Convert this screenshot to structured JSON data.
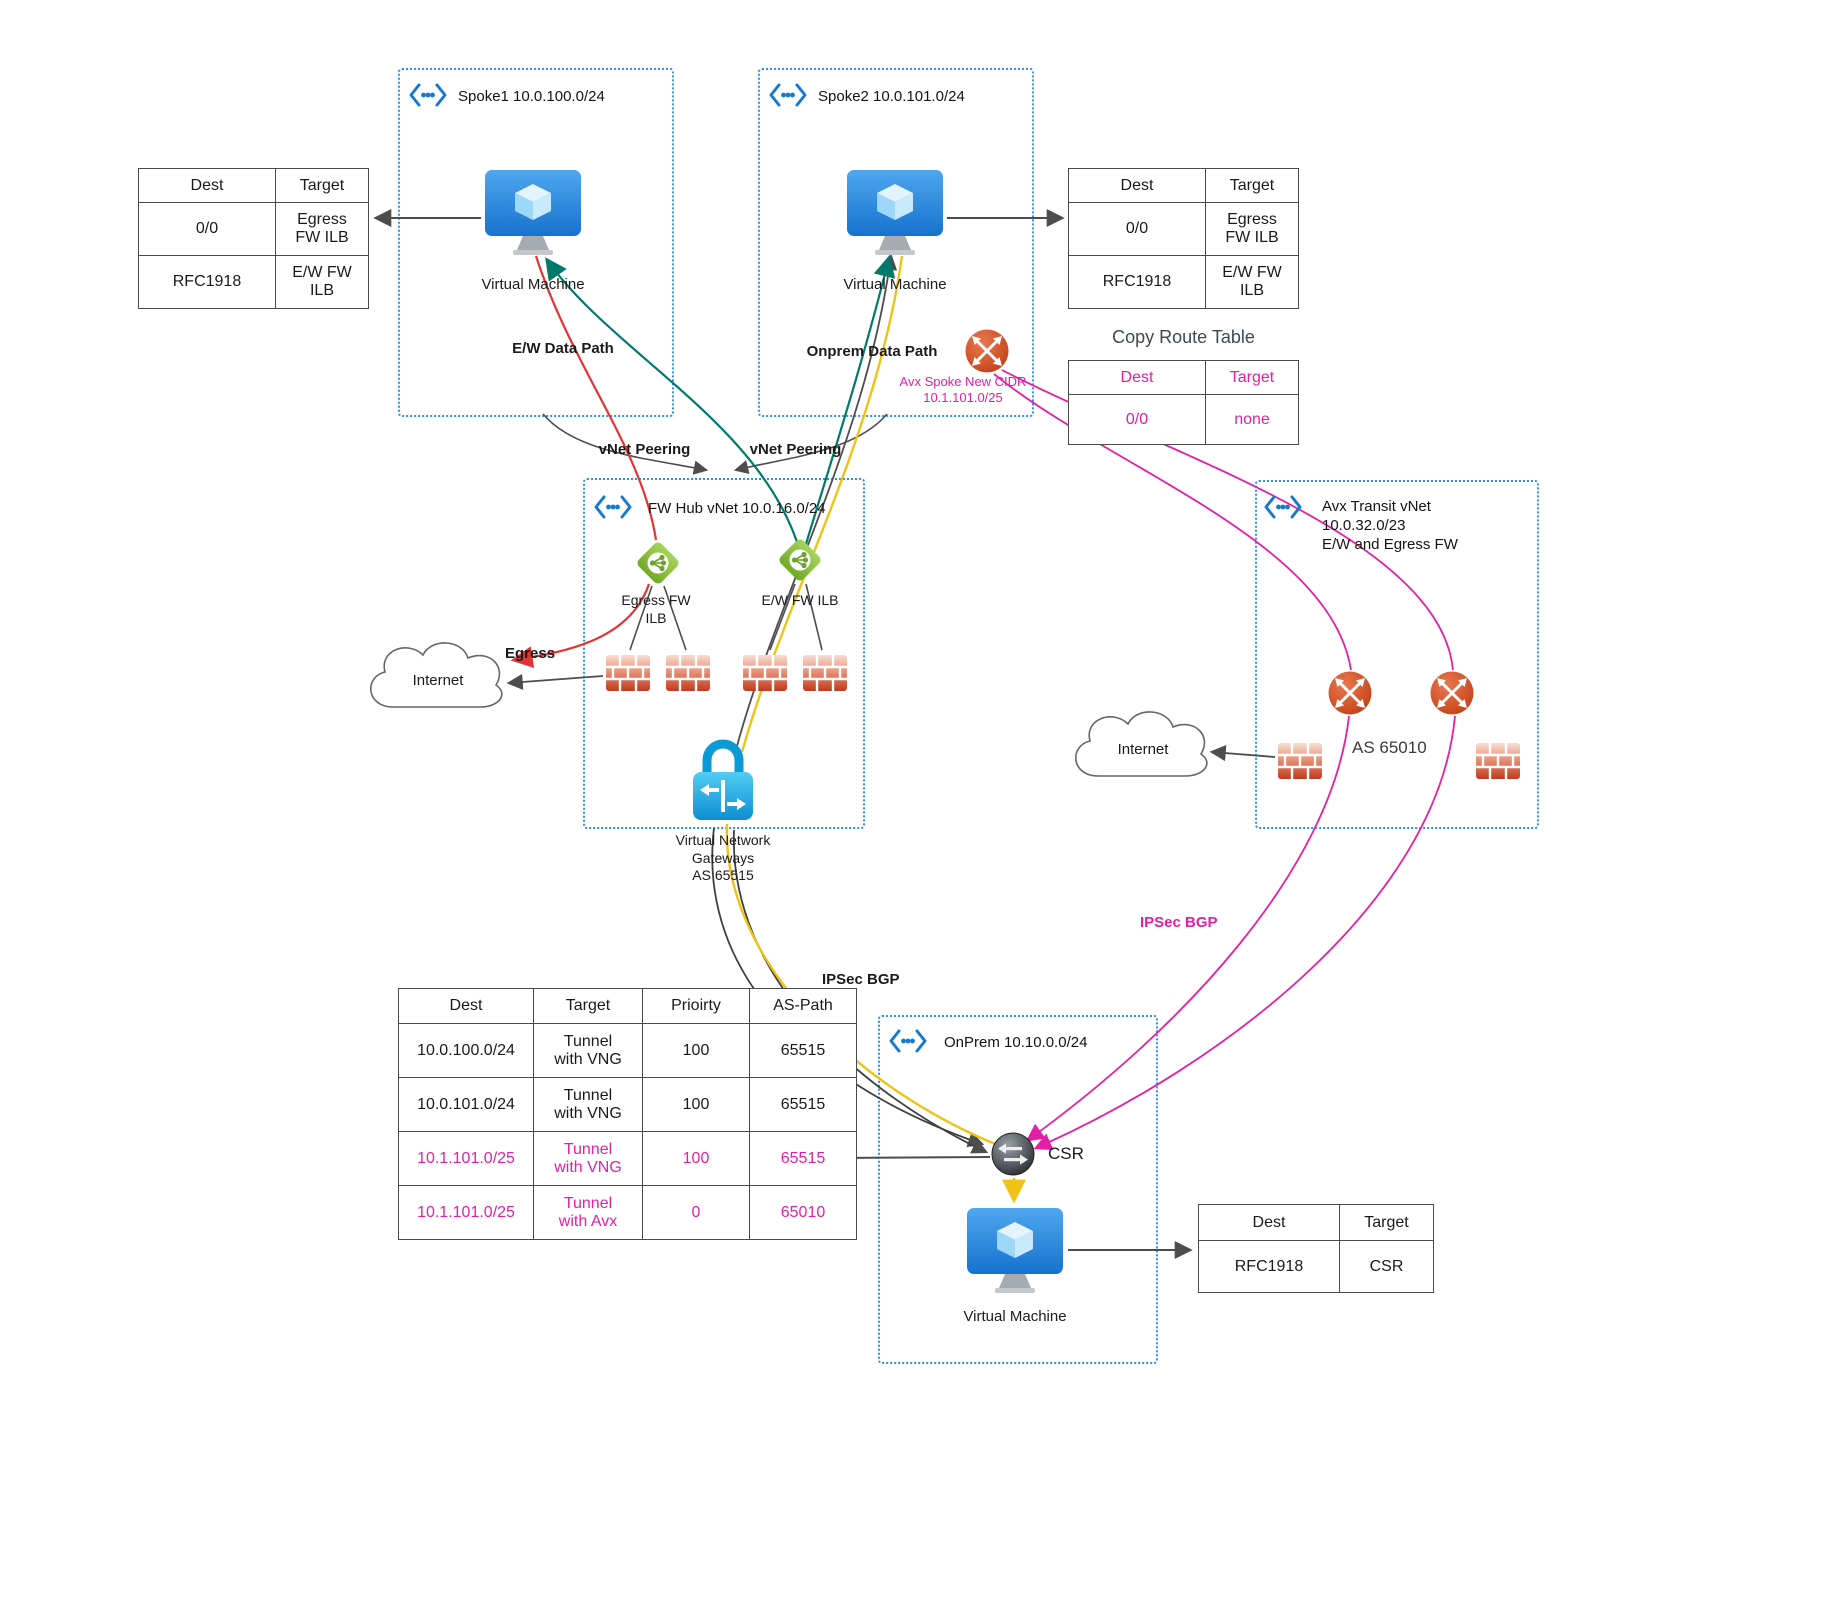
{
  "colors": {
    "magenta": "#e31fa7",
    "red": "#e23434",
    "teal": "#00796b",
    "yellow": "#eec216",
    "line_gray": "#4d4d4d",
    "box_blue": "#2e90e8",
    "azure_blue": "#1679d2",
    "firewall_red": "#c23a1e",
    "ilb_green": "#71ab27",
    "router_orange": "#c13a12"
  },
  "spoke1": {
    "title": "Spoke1 10.0.100.0/24",
    "vm_label": "Virtual Machine"
  },
  "spoke2": {
    "title": "Spoke2 10.0.101.0/24",
    "vm_label": "Virtual Machine"
  },
  "hub": {
    "title": "FW Hub vNet 10.0.16.0/24",
    "egress_ilb_label": "Egress FW\nILB",
    "ew_ilb_label": "E/W FW ILB",
    "vng_label": "Virtual Network\nGateways\nAS 65515"
  },
  "avx_transit": {
    "title": "Avx Transit vNet\n10.0.32.0/23\nE/W and Egress FW",
    "as_label": "AS 65010"
  },
  "avx_spoke": {
    "label": "Avx Spoke New CIDR\n10.1.101.0/25"
  },
  "onprem": {
    "title": "OnPrem 10.10.0.0/24",
    "csr_label": "CSR",
    "vm_label": "Virtual Machine"
  },
  "internet_left_label": "Internet",
  "internet_right_label": "Internet",
  "labels": {
    "ew_data_path": "E/W Data Path",
    "onprem_data_path": "Onprem Data Path",
    "vnet_peering_left": "vNet Peering",
    "vnet_peering_right": "vNet Peering",
    "egress": "Egress",
    "ipsec_bgp_hub": "IPSec BGP",
    "ipsec_bgp_avx": "IPSec BGP",
    "copy_route_table": "Copy Route Table"
  },
  "tables": {
    "spoke1_routes": {
      "headers": [
        "Dest",
        "Target"
      ],
      "rows": [
        [
          "0/0",
          "Egress\nFW ILB"
        ],
        [
          "RFC1918",
          "E/W FW\nILB"
        ]
      ]
    },
    "spoke2_routes": {
      "headers": [
        "Dest",
        "Target"
      ],
      "rows": [
        [
          "0/0",
          "Egress\nFW ILB"
        ],
        [
          "RFC1918",
          "E/W FW\nILB"
        ]
      ]
    },
    "copy_routes": {
      "headers": [
        "Dest",
        "Target"
      ],
      "rows": [
        [
          "0/0",
          "none"
        ]
      ]
    },
    "bgp_routes": {
      "headers": [
        "Dest",
        "Target",
        "Prioirty",
        "AS-Path"
      ],
      "rows": [
        [
          "10.0.100.0/24",
          "Tunnel\nwith VNG",
          "100",
          "65515"
        ],
        [
          "10.0.101.0/24",
          "Tunnel\nwith VNG",
          "100",
          "65515"
        ],
        [
          "10.1.101.0/25",
          "Tunnel\nwith VNG",
          "100",
          "65515"
        ],
        [
          "10.1.101.0/25",
          "Tunnel\nwith Avx",
          "0",
          "65010"
        ]
      ]
    },
    "onprem_routes": {
      "headers": [
        "Dest",
        "Target"
      ],
      "rows": [
        [
          "RFC1918",
          "CSR"
        ]
      ]
    }
  }
}
